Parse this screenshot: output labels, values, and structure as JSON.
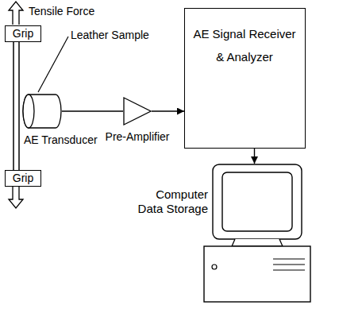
{
  "diagram": {
    "nodes": [
      {
        "text": [
          "Grip"
        ]
      },
      {
        "text": [
          "Grip"
        ]
      },
      {
        "text": [
          "AE Transducer"
        ]
      },
      {
        "text": [
          "Pre-Amplifier"
        ]
      },
      {
        "text": [
          "AE Signal Receiver & Analyzer"
        ]
      },
      {
        "text": [
          "Computer Data Storage"
        ]
      }
    ],
    "edges": [
      {
        "from": 2,
        "to": 3,
        "arrow": "none"
      },
      {
        "from": 3,
        "to": 4,
        "arrow": "to"
      },
      {
        "from": 4,
        "to": 5,
        "arrow": "to"
      }
    ],
    "labels": [
      "Tensile Force",
      "Leather Sample"
    ]
  }
}
